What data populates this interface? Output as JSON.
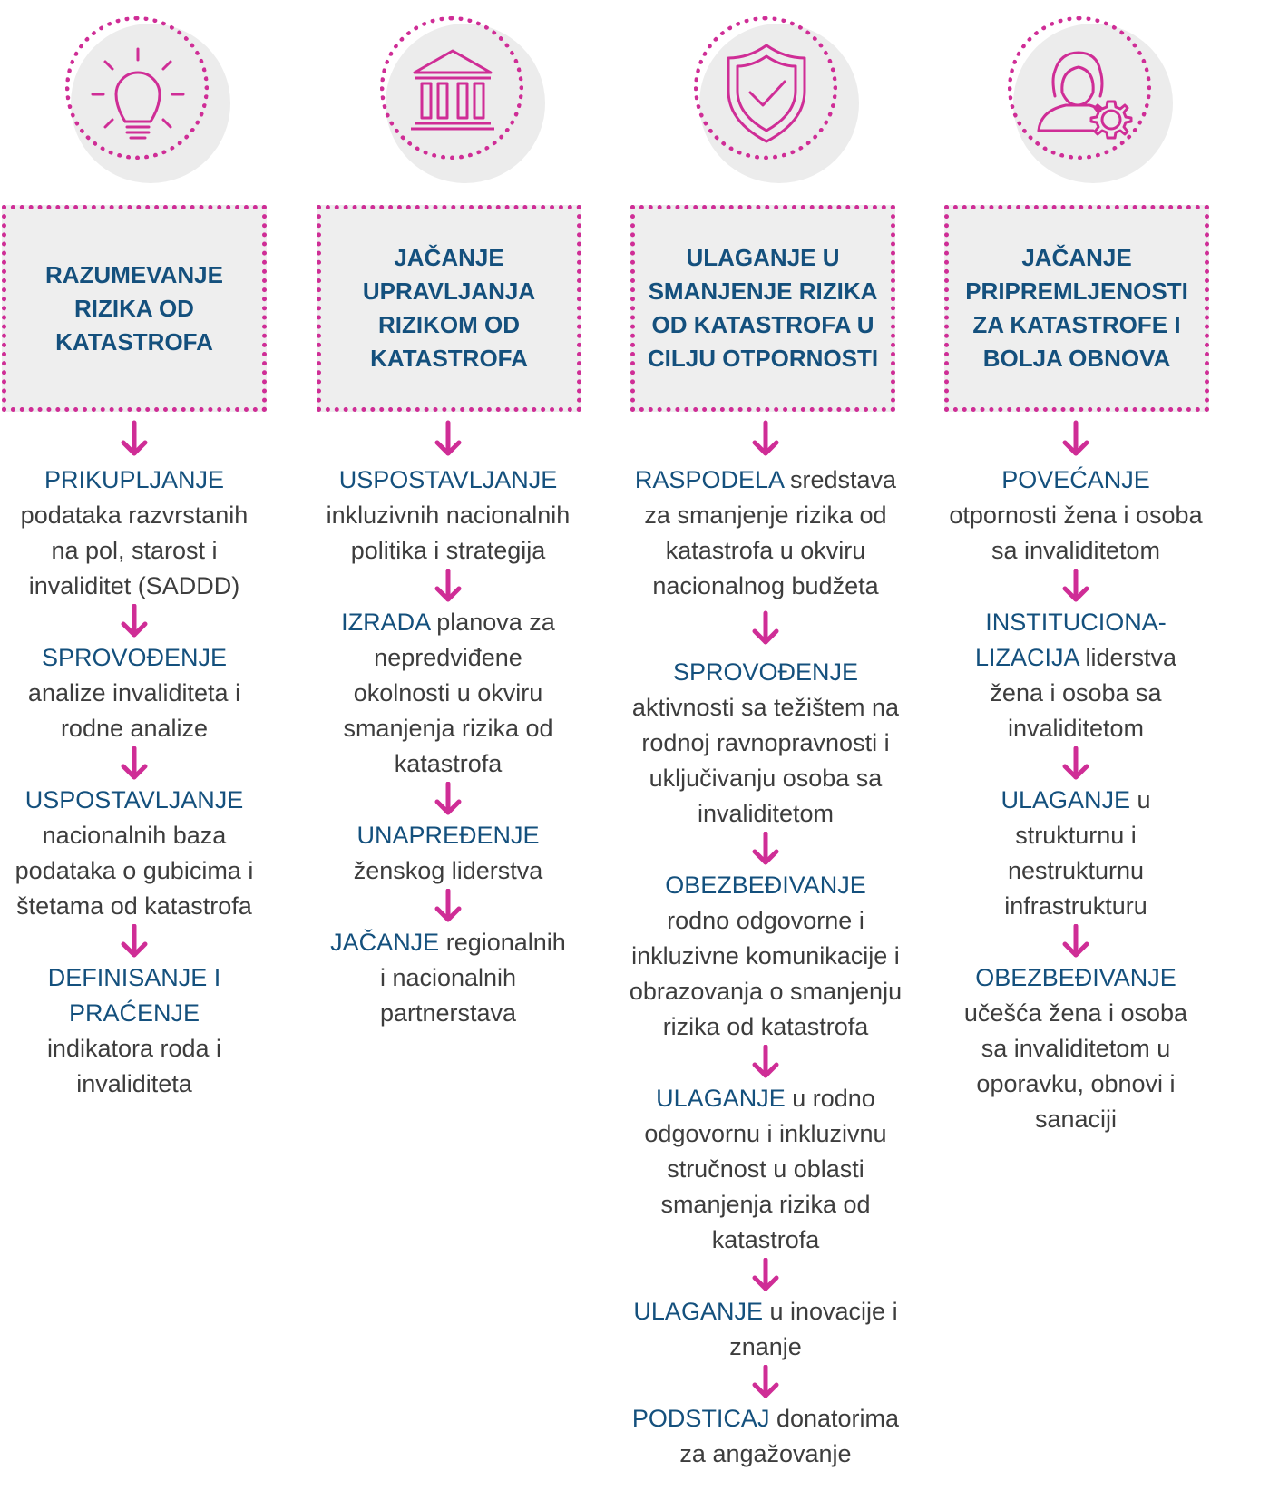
{
  "colors": {
    "accent": "#cf2d96",
    "title": "#14507d",
    "body": "#3d3d3d",
    "box_bg": "#eeeeee"
  },
  "columns": [
    {
      "icon": "lightbulb-icon",
      "title": "RAZUMEVANJE RIZIKA OD KATASTROFA",
      "steps": [
        {
          "key": "PRIKUPLJANJE",
          "rest": "podataka razvrstanih na pol, starost i invaliditet (SADDD)"
        },
        {
          "key": "SPROVOĐENJE",
          "rest": "analize invaliditeta i rodne analize"
        },
        {
          "key": "USPOSTAVLJANJE",
          "rest": "nacionalnih baza podataka o gubicima i štetama od katastrofa"
        },
        {
          "key": "DEFINISANJE I PRAĆENJE",
          "rest": "indikatora roda i invaliditeta"
        }
      ]
    },
    {
      "icon": "institution-building-icon",
      "title": "JAČANJE UPRAVLJANJA RIZIKOM OD KATASTROFA",
      "steps": [
        {
          "key": "USPOSTAVLJANJE",
          "rest": "inkluzivnih nacionalnih politika i strategija"
        },
        {
          "key": "IZRADA",
          "rest": "planova za nepredviđene okolnosti u okviru smanjenja rizika od katastrofa"
        },
        {
          "key": "UNAPREĐENJE",
          "rest": "ženskog liderstva"
        },
        {
          "key": "JAČANJE",
          "rest": "regionalnih i nacionalnih partnerstava"
        }
      ]
    },
    {
      "icon": "shield-check-icon",
      "title": "ULAGANJE U SMANJENJE RIZIKA OD KATASTROFA U CILJU OTPORNOSTI",
      "steps": [
        {
          "key": "RASPODELA",
          "rest": "sredstava za smanjenje rizika od katastrofa u okviru nacionalnog budžeta"
        },
        {
          "key": "SPROVOĐENJE",
          "rest": "aktivnosti sa težištem na rodnoj ravnopravnosti i uključivanju osoba sa invaliditetom"
        },
        {
          "key": "OBEZBEĐIVANJE",
          "rest": "rodno odgovorne i inkluzivne komunikacije i obrazovanja o smanjenju rizika od katastrofa"
        },
        {
          "key": "ULAGANJE",
          "rest": "u rodno odgovornu i inkluzivnu stručnost u oblasti smanjenja rizika od katastrofa"
        },
        {
          "key": "ULAGANJE",
          "rest": "u inovacije i znanje"
        },
        {
          "key": "PODSTICAJ",
          "rest": "donatorima za angažovanje"
        }
      ]
    },
    {
      "icon": "woman-gear-icon",
      "title": "JAČANJE PRIPREMLJENOSTI ZA KATASTROFE I BOLJA OBNOVA",
      "steps": [
        {
          "key": "POVEĆANJE",
          "rest": "otpornosti žena i osoba sa invaliditetom"
        },
        {
          "key": "INSTITUCIONA-LIZACIJA",
          "rest": "liderstva žena i osoba sa invaliditetom"
        },
        {
          "key": "ULAGANJE",
          "rest": "u strukturnu i nestrukturnu infrastrukturu"
        },
        {
          "key": "OBEZBEĐIVANJE",
          "rest": "učešća žena i osoba sa invaliditetom u oporavku, obnovi i sanaciji"
        }
      ]
    }
  ]
}
